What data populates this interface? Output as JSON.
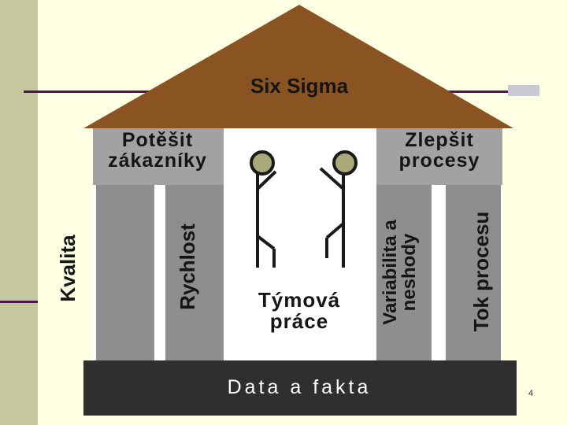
{
  "title": "Six Sigma",
  "left_header": "Potěšit zákazníky",
  "right_header": "Zlepšit procesy",
  "pillars": [
    "Kvalita",
    "Rychlost",
    "Variabilita a neshody",
    "Tok procesu"
  ],
  "center": "Týmová práce",
  "foundation": "Data a fakta",
  "page_number": "4",
  "colors": {
    "roof": "#8a5322",
    "header_gray": "#a2a2a2",
    "pillar_gray": "#8e8e8e",
    "foundation": "#2f2f2f",
    "background": "#ffffe3"
  }
}
